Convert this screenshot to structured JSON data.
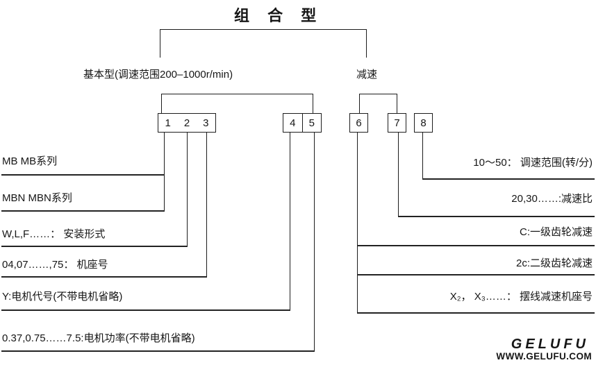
{
  "title": "组 合 型",
  "branches": {
    "basic": "基本型(调速范围200–1000r/min)",
    "reduction": "减速"
  },
  "digits": [
    "1",
    "2",
    "3",
    "4",
    "5",
    "6",
    "7",
    "8"
  ],
  "left_annotations": [
    {
      "digit_ref": "1",
      "label": "MB MB系列"
    },
    {
      "digit_ref": "1",
      "label": "MBN MBN系列"
    },
    {
      "digit_ref": "2",
      "label": "W,L,F……： 安装形式"
    },
    {
      "digit_ref": "3",
      "label": "04,07……,75： 机座号"
    },
    {
      "digit_ref": "4",
      "label": "Y:电机代号(不带电机省略)"
    },
    {
      "digit_ref": "5",
      "label": "0.37,0.75……7.5:电机功率(不带电机省略)"
    }
  ],
  "right_annotations": [
    {
      "digit_ref": "8",
      "label": "10～50： 调速范围(转/分)"
    },
    {
      "digit_ref": "7",
      "label": "20,30……:减速比"
    },
    {
      "digit_ref": "6",
      "label": "C:一级齿轮减速"
    },
    {
      "digit_ref": "6",
      "label": "2c:二级齿轮减速"
    },
    {
      "digit_ref": "6",
      "label": "X₂， X₃……： 摆线减速机座号"
    }
  ],
  "logo": {
    "brand": "GELUFU",
    "website": "WWW.GELUFU.COM"
  },
  "colors": {
    "background": "#ffffff",
    "line": "#1c1c1c",
    "text": "#161616"
  }
}
